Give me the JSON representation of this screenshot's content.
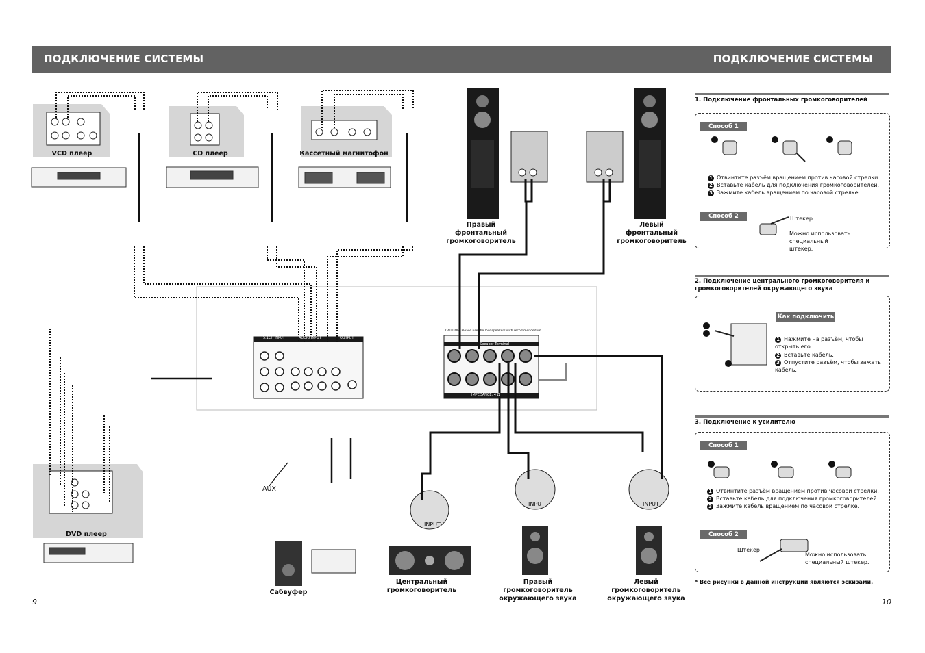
{
  "header": {
    "title_left": "ПОДКЛЮЧЕНИЕ СИСТЕМЫ",
    "title_right": "ПОДКЛЮЧЕНИЕ СИСТЕМЫ"
  },
  "devices": {
    "vcd": "VCD плеер",
    "cd": "CD плеер",
    "cassette": "Кассетный магнитофон",
    "dvd": "DVD плеер",
    "subwoofer": "Сабвуфер",
    "aux": "AUX"
  },
  "speakers": {
    "front_right": "Правый фронтальный громкоговоритель",
    "front_left": "Левый фронтальный громкоговоритель",
    "center": "Центральный громкоговоритель",
    "surround_right": "Правый громкоговоритель окружающего звука",
    "surround_left": "Левый громкоговоритель окружающего звука",
    "input_label": "INPUT"
  },
  "amp_panel": {
    "input_51": "5.1CH INPUT",
    "audio_input": "AUDIO INPUT",
    "output": "OUTPUT",
    "caution": "CAUTION: Please use the loudspeakers with recommended impedance.",
    "speaker_terminal": "Speaker Terminal",
    "impedance": "IMPEDANCE: 4 Ω"
  },
  "pages": {
    "left": "9",
    "right": "10"
  },
  "sections": [
    {
      "title": "1. Подключение фронтальных громкоговорителей",
      "method1": "Способ 1",
      "steps": [
        "Отвинтите разъём вращением против часовой стрелки.",
        "Вставьте кабель для подключения громкоговорителей.",
        "Зажмите кабель вращением по часовой стрелке."
      ],
      "method2": "Способ 2",
      "plug_label": "Штекер",
      "plug_note": "Можно использовать специальный штекер."
    },
    {
      "title": "2. Подключение центрального громкоговорителя и громкоговорителей окружающего звука",
      "how_to": "Как подключить",
      "steps": [
        "Нажмите на разъём, чтобы открыть его.",
        "Вставьте кабель.",
        "Отпустите разъём, чтобы зажать кабель."
      ]
    },
    {
      "title": "3. Подключение к усилителю",
      "method1": "Способ 1",
      "steps": [
        "Отвинтите разъём вращением против часовой стрелки.",
        "Вставьте кабель для подключения громкоговорителей.",
        "Зажмите кабель вращением по часовой стрелке."
      ],
      "method2": "Способ 2",
      "plug_label": "Штекер",
      "plug_note": "Можно использовать специальный штекер."
    }
  ],
  "footnote": "* Все рисунки в данной инструкции являются эскизами.",
  "colors": {
    "header": "#626262",
    "panel": "#d6d6d6",
    "dark": "#1a1a1a",
    "pill": "#6a6a6a"
  }
}
